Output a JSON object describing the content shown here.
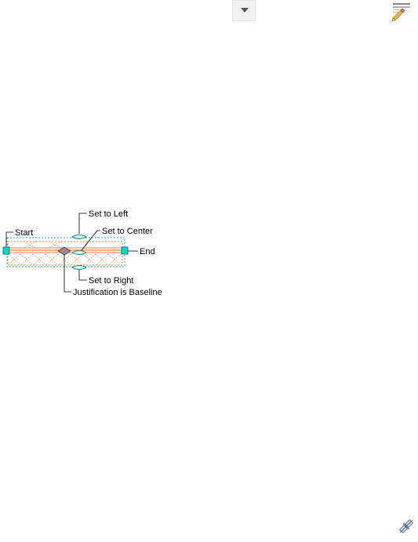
{
  "toolbar": {
    "dropdown_icon": "chevron-down-icon",
    "edit_style_icon": "edit-style-icon",
    "tool_icon": "gripper-tool-icon"
  },
  "diagram": {
    "labels": {
      "start": "Start",
      "end": "End",
      "set_left": "Set to Left",
      "set_center": "Set to Center",
      "set_right": "Set to Right",
      "baseline": "Justification is Baseline"
    },
    "colors": {
      "grip": "#00d8d8",
      "grip_fill": "#c8f4f8",
      "wall_hatch": "#f08040",
      "bounds": "#20a0a0",
      "diamond": "#909090"
    }
  }
}
